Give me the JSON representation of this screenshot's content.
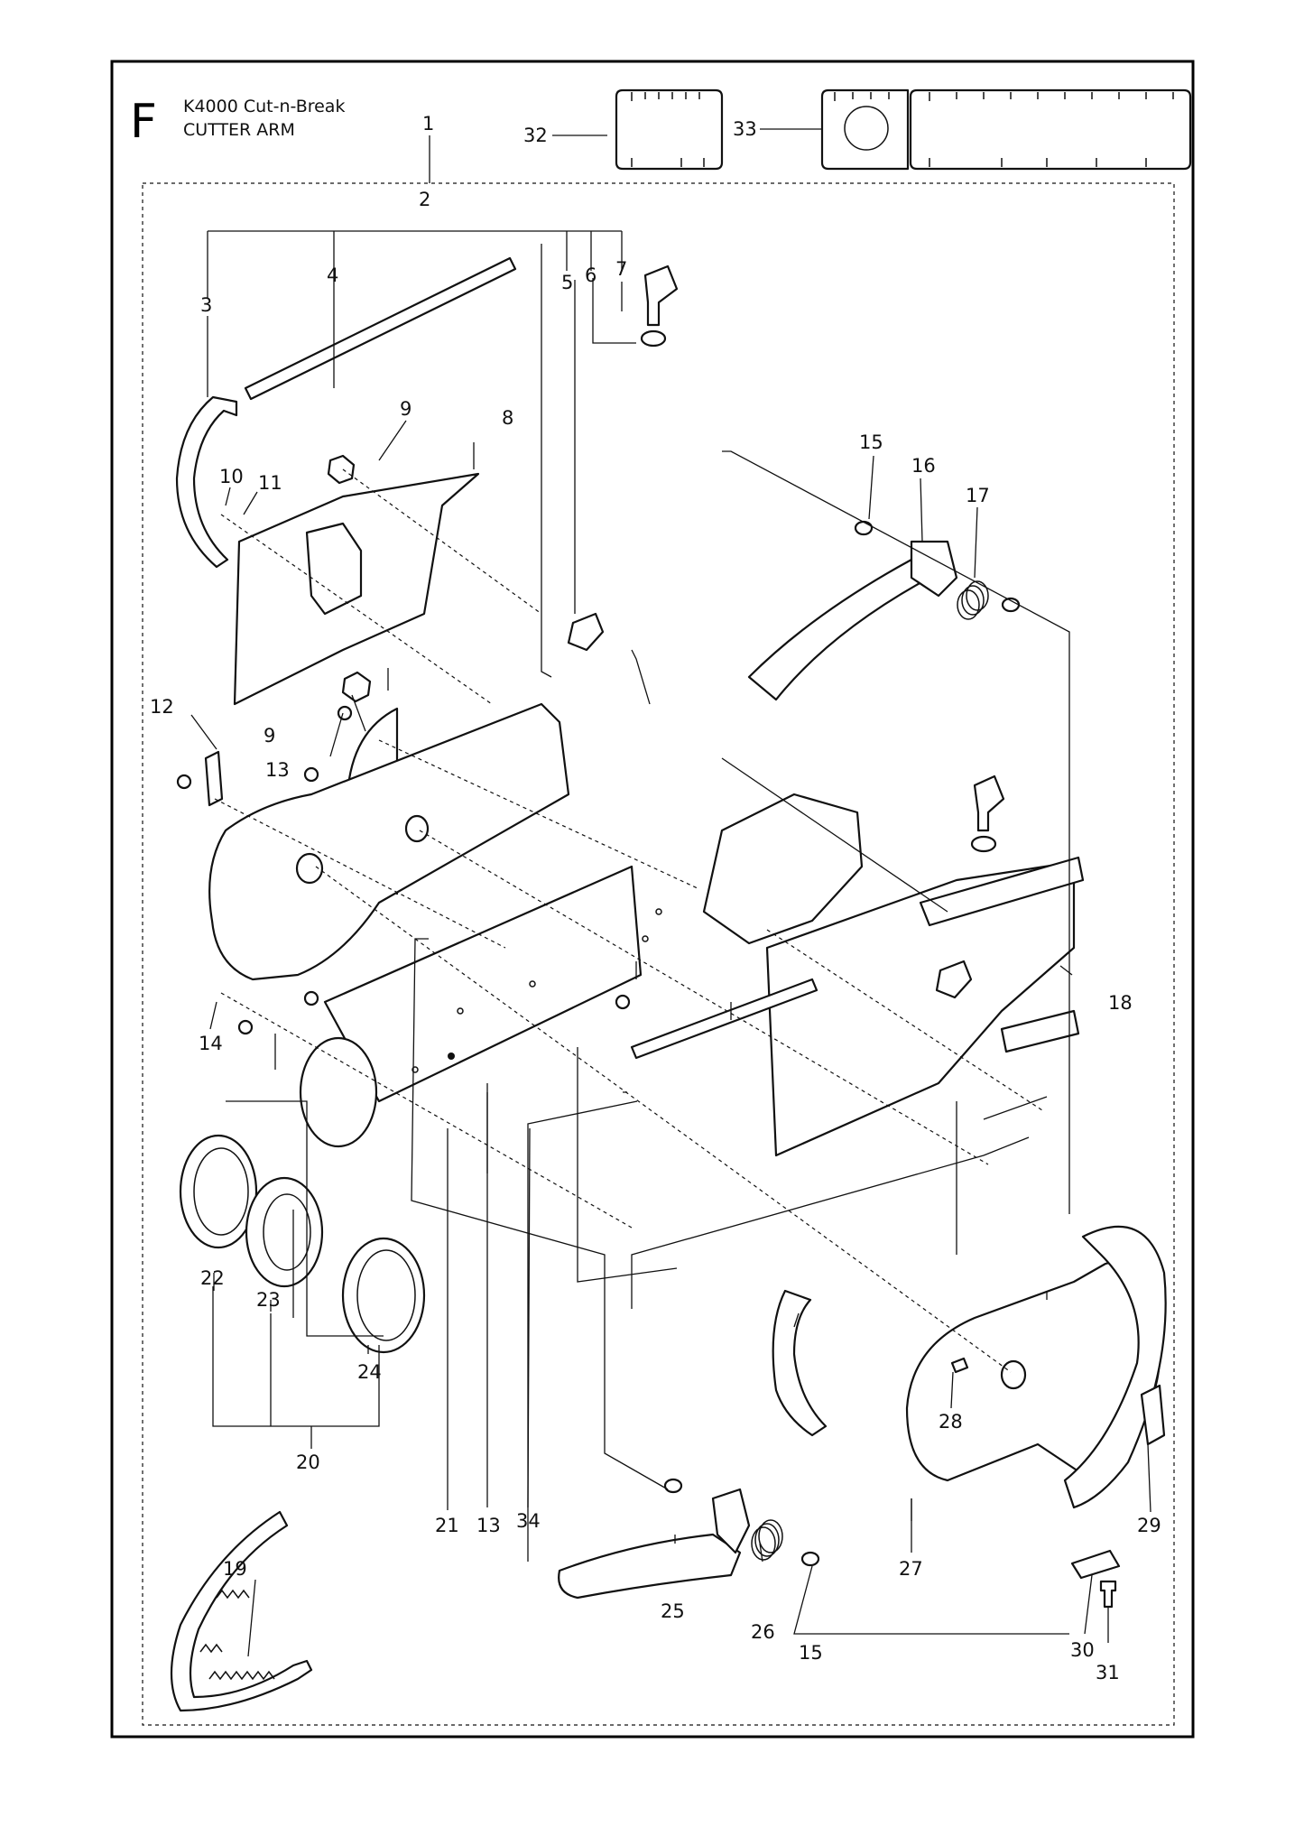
{
  "header": {
    "section_letter": "F",
    "model": "K4000 Cut-n-Break",
    "assembly": "CUTTER ARM"
  },
  "callouts": [
    {
      "id": "c1",
      "text": "1"
    },
    {
      "id": "c2",
      "text": "2"
    },
    {
      "id": "c3",
      "text": "3"
    },
    {
      "id": "c4",
      "text": "4"
    },
    {
      "id": "c5",
      "text": "5"
    },
    {
      "id": "c6",
      "text": "6"
    },
    {
      "id": "c7",
      "text": "7"
    },
    {
      "id": "c8",
      "text": "8"
    },
    {
      "id": "c9a",
      "text": "9"
    },
    {
      "id": "c9b",
      "text": "9"
    },
    {
      "id": "c10",
      "text": "10"
    },
    {
      "id": "c11",
      "text": "11"
    },
    {
      "id": "c12",
      "text": "12"
    },
    {
      "id": "c13a",
      "text": "13"
    },
    {
      "id": "c13b",
      "text": "13"
    },
    {
      "id": "c14",
      "text": "14"
    },
    {
      "id": "c15a",
      "text": "15"
    },
    {
      "id": "c15b",
      "text": "15"
    },
    {
      "id": "c16",
      "text": "16"
    },
    {
      "id": "c17",
      "text": "17"
    },
    {
      "id": "c18",
      "text": "18"
    },
    {
      "id": "c19",
      "text": "19"
    },
    {
      "id": "c20",
      "text": "20"
    },
    {
      "id": "c21",
      "text": "21"
    },
    {
      "id": "c22",
      "text": "22"
    },
    {
      "id": "c23",
      "text": "23"
    },
    {
      "id": "c24",
      "text": "24"
    },
    {
      "id": "c25",
      "text": "25"
    },
    {
      "id": "c26",
      "text": "26"
    },
    {
      "id": "c27",
      "text": "27"
    },
    {
      "id": "c28",
      "text": "28"
    },
    {
      "id": "c29",
      "text": "29"
    },
    {
      "id": "c30",
      "text": "30"
    },
    {
      "id": "c31",
      "text": "31"
    },
    {
      "id": "c32",
      "text": "32"
    },
    {
      "id": "c33",
      "text": "33"
    },
    {
      "id": "c34",
      "text": "34"
    }
  ]
}
